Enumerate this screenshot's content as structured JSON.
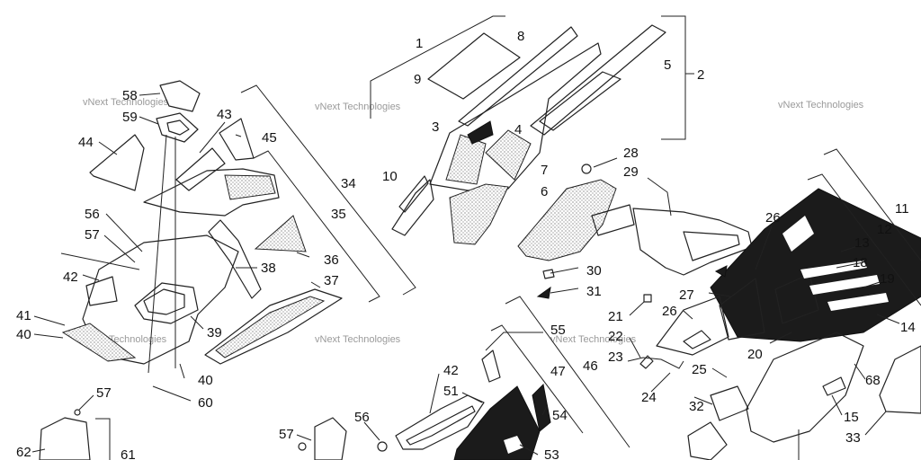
{
  "watermark": "vNext Technologies",
  "labels": [
    "1",
    "2",
    "3",
    "4",
    "5",
    "6",
    "7",
    "8",
    "9",
    "10",
    "11",
    "12",
    "13",
    "14",
    "15",
    "18",
    "19",
    "20",
    "21",
    "22",
    "23",
    "24",
    "25",
    "26",
    "26",
    "27",
    "28",
    "29",
    "30",
    "31",
    "32",
    "33",
    "34",
    "35",
    "36",
    "37",
    "38",
    "39",
    "40",
    "40",
    "41",
    "42",
    "42",
    "43",
    "44",
    "45",
    "46",
    "47",
    "51",
    "53",
    "54",
    "55",
    "56",
    "56",
    "57",
    "57",
    "57",
    "58",
    "59",
    "60",
    "61",
    "62",
    "68"
  ]
}
